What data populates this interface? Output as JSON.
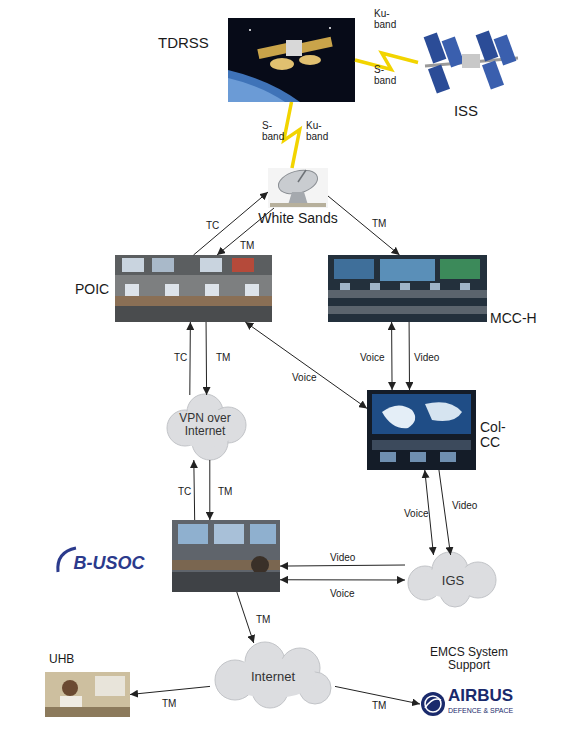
{
  "diagram": {
    "nodes": [
      {
        "text": [
          "TDRSS"
        ]
      },
      {
        "text": [
          "ISS"
        ]
      },
      {
        "text": [
          "White Sands"
        ]
      },
      {
        "text": [
          "POIC"
        ]
      },
      {
        "text": [
          "MCC-H"
        ]
      },
      {
        "text": [
          "VPN over Internet"
        ]
      },
      {
        "text": [
          "Col-CC"
        ]
      },
      {
        "text": [
          "B-USOC"
        ]
      },
      {
        "text": [
          "IGS"
        ]
      },
      {
        "text": [
          "Internet"
        ]
      },
      {
        "text": [
          "UHB"
        ]
      },
      {
        "text": [
          "EMCS System Support",
          "AIRBUS",
          "DEFENCE & SPACE"
        ]
      }
    ],
    "edges": [
      {
        "from": 0,
        "to": 1,
        "arrow": "none",
        "label": "Ku-band"
      },
      {
        "from": 0,
        "to": 2,
        "arrow": "none",
        "label": "S-band"
      },
      {
        "from": 2,
        "to": 3,
        "arrow": "to",
        "label": "TM"
      },
      {
        "from": 3,
        "to": 2,
        "arrow": "to",
        "label": "TC"
      },
      {
        "from": 2,
        "to": 4,
        "arrow": "to",
        "label": "TM"
      },
      {
        "from": 5,
        "to": 3,
        "arrow": "to",
        "label": "TC"
      },
      {
        "from": 3,
        "to": 5,
        "arrow": "to",
        "label": "TM"
      },
      {
        "from": 7,
        "to": 5,
        "arrow": "to",
        "label": "TC"
      },
      {
        "from": 5,
        "to": 7,
        "arrow": "to",
        "label": "TM"
      },
      {
        "from": 3,
        "to": 6,
        "arrow": "both",
        "label": "Voice"
      },
      {
        "from": 4,
        "to": 6,
        "arrow": "both",
        "label": "Voice"
      },
      {
        "from": 4,
        "to": 6,
        "arrow": "to",
        "label": "Video"
      },
      {
        "from": 6,
        "to": 8,
        "arrow": "both",
        "label": "Voice"
      },
      {
        "from": 6,
        "to": 8,
        "arrow": "to",
        "label": "Video"
      },
      {
        "from": 8,
        "to": 7,
        "arrow": "to",
        "label": "Video"
      },
      {
        "from": 7,
        "to": 8,
        "arrow": "both",
        "label": "Voice"
      },
      {
        "from": 7,
        "to": 9,
        "arrow": "to",
        "label": "TM"
      },
      {
        "from": 9,
        "to": 10,
        "arrow": "to",
        "label": "TM"
      },
      {
        "from": 9,
        "to": 11,
        "arrow": "to",
        "label": "TM"
      }
    ],
    "labels": [
      "S-band",
      "Ku-band"
    ]
  }
}
